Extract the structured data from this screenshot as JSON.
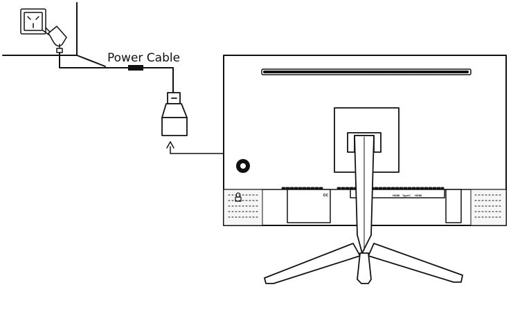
{
  "diagram": {
    "power_cable_label": "Power Cable",
    "port_labels": {
      "dc": "DC",
      "hdmi_1": "HDMI",
      "typec": "TypeC",
      "hdmi_2": "HDMI"
    },
    "colors": {
      "line": "#111111",
      "background": "#ffffff",
      "panel_shade": "#f2f2f2"
    }
  }
}
